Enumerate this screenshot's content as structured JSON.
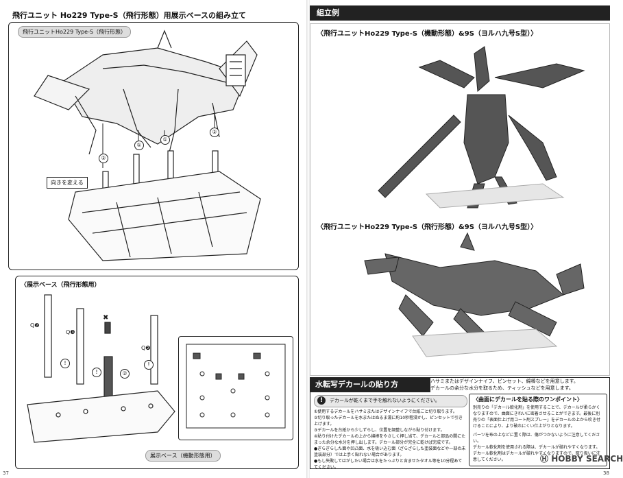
{
  "left": {
    "page_number": "37",
    "title": "飛行ユニット Ho229 Type-S（飛行形態）用展示ベースの組み立て",
    "unit_tag": "飛行ユニットHo229 Type-S（飛行形態）",
    "orient_label": "向きを変える",
    "section2_title": "〈展示ベース（飛行形態用）",
    "base_tag": "展示ベース（機動形態用）",
    "callouts": [
      "①",
      "②",
      "Q",
      "!"
    ],
    "part_labels": {
      "q2": "Q❷",
      "q3": "Q❸",
      "q2b": "Q❷"
    }
  },
  "right": {
    "page_number": "38",
    "header": "組立例",
    "example1_title": "〈飛行ユニットHo229 Type-S（機動形態）&9S（ヨルハ九号S型）〉",
    "example2_title": "〈飛行ユニットHo229 Type-S（飛行形態）&9S（ヨルハ九号S型）〉",
    "decal_section": {
      "title": "水転写デカールの貼り方",
      "warning": "デカールが乾くまで手を触れないようにください。",
      "notes": [
        "ハサミまたはデザインナイフ、ピンセット、綿棒などを用意します。",
        "デカールの余分な水分を取るため、ティッシュなどを用意します。"
      ],
      "steps": [
        "①使用するデカールをハサミまたはデザインナイフで台紙ごと切り取ります。",
        "②切り取ったデカールを水またはぬるま湯に約10秒程浸かし、ピンセットで引き上げます。",
        "③デカールを台紙から少しずらし、位置を調整しながら貼り付けます。",
        "④貼り付けたデカールの上から綿棒をやさしく押し当て、デカールと部品の間にたまった余分な水分を押し出します。デカール部分が完全に乾けば完成です。",
        "●ぎらぎらした面や凹凸面、水を吸い込む面（ざらざらした塗装面などや一部の未塗装部分）では上手く貼れない場合があります。",
        "●もし失敗してはがしたい場合は水をたっぷりと含ませたタオル等を10分程あててください。"
      ]
    },
    "tip_section": {
      "title": "〈曲面にデカールを貼る際のワンポイント〉",
      "text": "別売りの「デカール軟化剤」を使用することで、デカールが柔らかくなりますので、曲面にきれいに密着させることができます。最後に別売りの「表面仕上げ用コート剤スプレー」をデカールの上から吹き付けることにより、より破れにくい仕上がりとなります。",
      "items": [
        "パーツを布の上などに置く際は、傷がつかないように注意してください。",
        "デカール軟化剤を使用される際は、デカールが破れやすくなります。",
        "デカール軟化剤はデカールが破れやすくなりますので、取り扱いに注意してください。"
      ]
    },
    "watermark": "HOBBY SEARCH"
  }
}
